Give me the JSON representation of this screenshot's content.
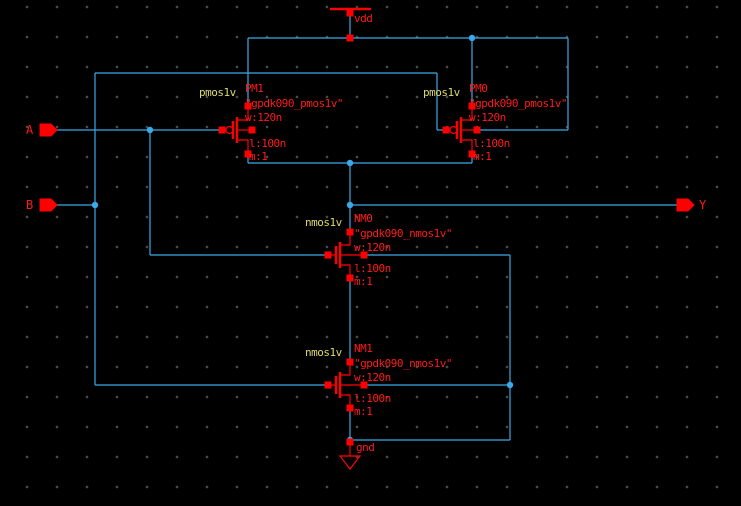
{
  "app": {
    "title": "CMOS NAND schematic canvas"
  },
  "colors": {
    "bg": "#000000",
    "grid": "#4b4b4b",
    "wire": "#3aa9e8",
    "device": "#ff0000",
    "label": "#ff1a1a",
    "cellname": "#ddd96e"
  },
  "power": {
    "vdd_label": "vdd",
    "gnd_label": "gnd"
  },
  "pins": [
    {
      "label": "A",
      "direction": "input"
    },
    {
      "label": "B",
      "direction": "input"
    },
    {
      "label": "Y",
      "direction": "output"
    }
  ],
  "instances": [
    {
      "name": "PM1",
      "cell": "pmos1v",
      "model": "\"gpdk090_pmos1v\"",
      "w": "w:120n",
      "l": "l:100n",
      "m": "m:1"
    },
    {
      "name": "PM0",
      "cell": "pmos1v",
      "model": "\"gpdk090_pmos1v\"",
      "w": "w:120n",
      "l": "l:100n",
      "m": "m:1"
    },
    {
      "name": "NM0",
      "cell": "nmos1v",
      "model": "\"gpdk090_nmos1v\"",
      "w": "w:120n",
      "l": "l:100n",
      "m": "m:1"
    },
    {
      "name": "NM1",
      "cell": "nmos1v",
      "model": "\"gpdk090_nmos1v\"",
      "w": "w:120n",
      "l": "l:100n",
      "m": "m:1"
    }
  ]
}
